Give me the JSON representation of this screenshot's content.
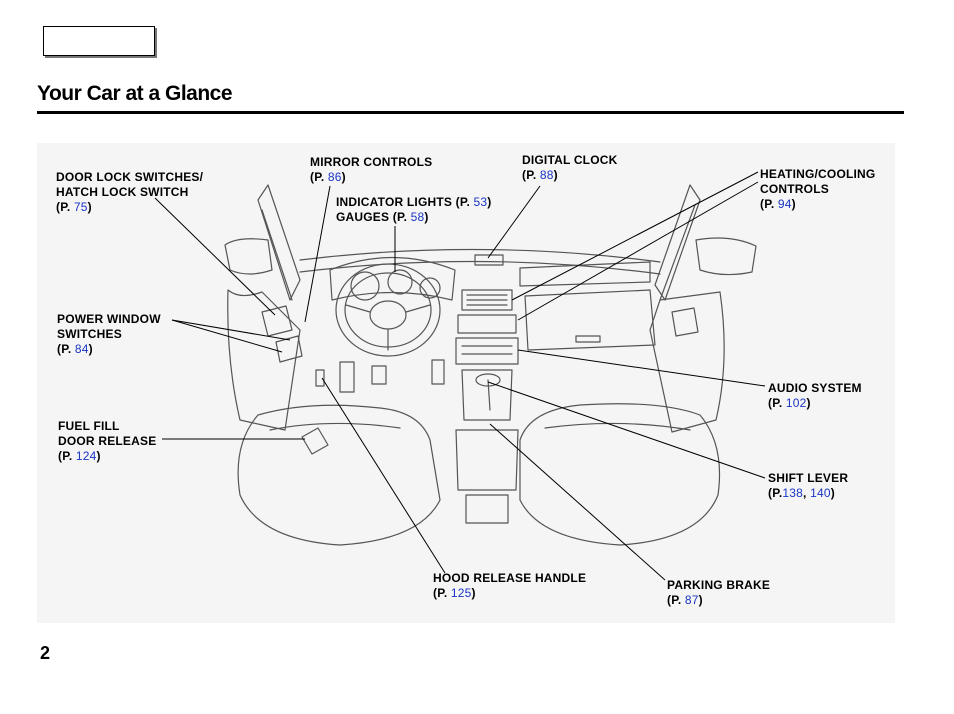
{
  "header": {
    "title": "Your Car at a Glance"
  },
  "callouts": {
    "door_lock": {
      "line1": "DOOR LOCK SWITCHES/",
      "line2": "HATCH LOCK SWITCH",
      "ref_prefix": "(P. ",
      "page": "75",
      "ref_suffix": ")"
    },
    "mirror": {
      "line1": "MIRROR  CONTROLS",
      "ref_prefix": "(P. ",
      "page": "86",
      "ref_suffix": ")"
    },
    "indicator": {
      "line1_prefix": "INDICATOR LIGHTS  (P. ",
      "page1": "53",
      "line1_suffix": ")",
      "line2_prefix": "GAUGES  (P. ",
      "page2": "58",
      "line2_suffix": ")"
    },
    "clock": {
      "line1": "DIGITAL CLOCK",
      "ref_prefix": "(P. ",
      "page": "88",
      "ref_suffix": ")"
    },
    "heating": {
      "line1": "HEATING/COOLING",
      "line2": "CONTROLS",
      "ref_prefix": "(P. ",
      "page": "94",
      "ref_suffix": ")"
    },
    "power_window": {
      "line1": "POWER  WINDOW",
      "line2": "SWITCHES",
      "ref_prefix": "(P. ",
      "page": "84",
      "ref_suffix": ")"
    },
    "fuel_fill": {
      "line1": "FUEL FILL",
      "line2": "DOOR RELEASE",
      "ref_prefix": "(P. ",
      "page": "124",
      "ref_suffix": ")"
    },
    "audio": {
      "line1": "AUDIO SYSTEM",
      "ref_prefix": "(P. ",
      "page": "102",
      "ref_suffix": ")"
    },
    "shift": {
      "line1": "SHIFT LEVER",
      "ref_prefix": "(P.",
      "page1": "138",
      "sep": ", ",
      "page2": "140",
      "ref_suffix": ")"
    },
    "hood": {
      "line1": "HOOD RELEASE HANDLE",
      "ref_prefix": "(P. ",
      "page": "125",
      "ref_suffix": ")"
    },
    "parking": {
      "line1": "PARKING BRAKE",
      "ref_prefix": "(P. ",
      "page": "87",
      "ref_suffix": ")"
    }
  },
  "footer": {
    "page_number": "2"
  },
  "colors": {
    "link": "#1a35c4",
    "diagram_bg": "#f5f5f5",
    "line_art": "#555555"
  }
}
